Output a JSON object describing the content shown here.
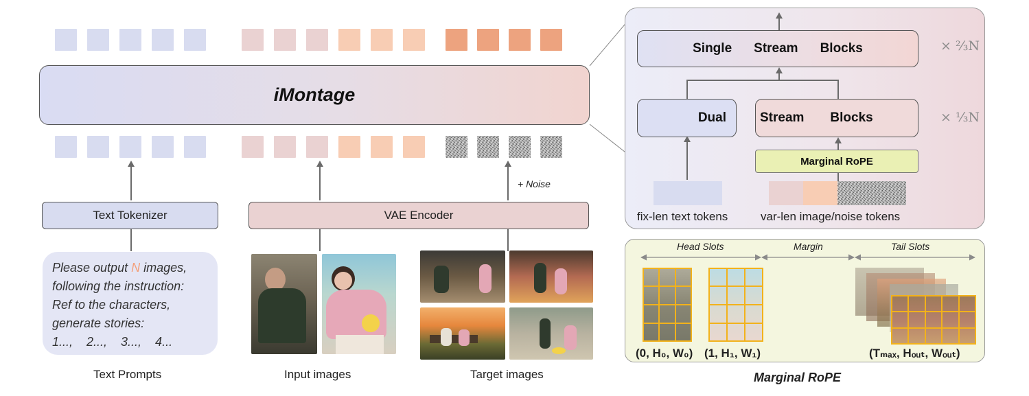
{
  "model": {
    "name": "iMontage"
  },
  "input": {
    "tokenizer_label": "Text Tokenizer",
    "encoder_label": "VAE Encoder",
    "noise_label": "+ Noise",
    "prompt_lines": [
      "Please output",
      "images,",
      "following the instruction:",
      "Ref to the characters,",
      "generate stories:",
      "1...,    2...,    3...,    4..."
    ],
    "prompt_var": "N",
    "captions": {
      "text": "Text Prompts",
      "input": "Input images",
      "target": "Target images"
    }
  },
  "blocks": {
    "single": [
      "Single",
      "Stream",
      "Blocks"
    ],
    "single_mult": "× ⅔N",
    "dual": "Dual",
    "stream": [
      "Stream",
      "Blocks"
    ],
    "dual_mult": "× ⅓N",
    "rope_label": "Marginal RoPE",
    "text_tokens_label": "fix-len text tokens",
    "image_tokens_label": "var-len image/noise tokens"
  },
  "rope": {
    "head_label": "Head Slots",
    "margin_label": "Margin",
    "tail_label": "Tail Slots",
    "coord0": "(0, H₀, W₀)",
    "coord1": "(1, H₁, W₁)",
    "coord_out": "(Tₘₐₓ, Hₒᵤₜ, Wₒᵤₜ)",
    "caption": "Marginal RoPE"
  },
  "colors": {
    "text_token": "#d8dcf0",
    "image_token": "#ead2d2",
    "ref_token": "#f8cdb4",
    "target_token": "#eda37f",
    "rope_box": "#eaf0b4",
    "grid": "#f2b21b"
  }
}
